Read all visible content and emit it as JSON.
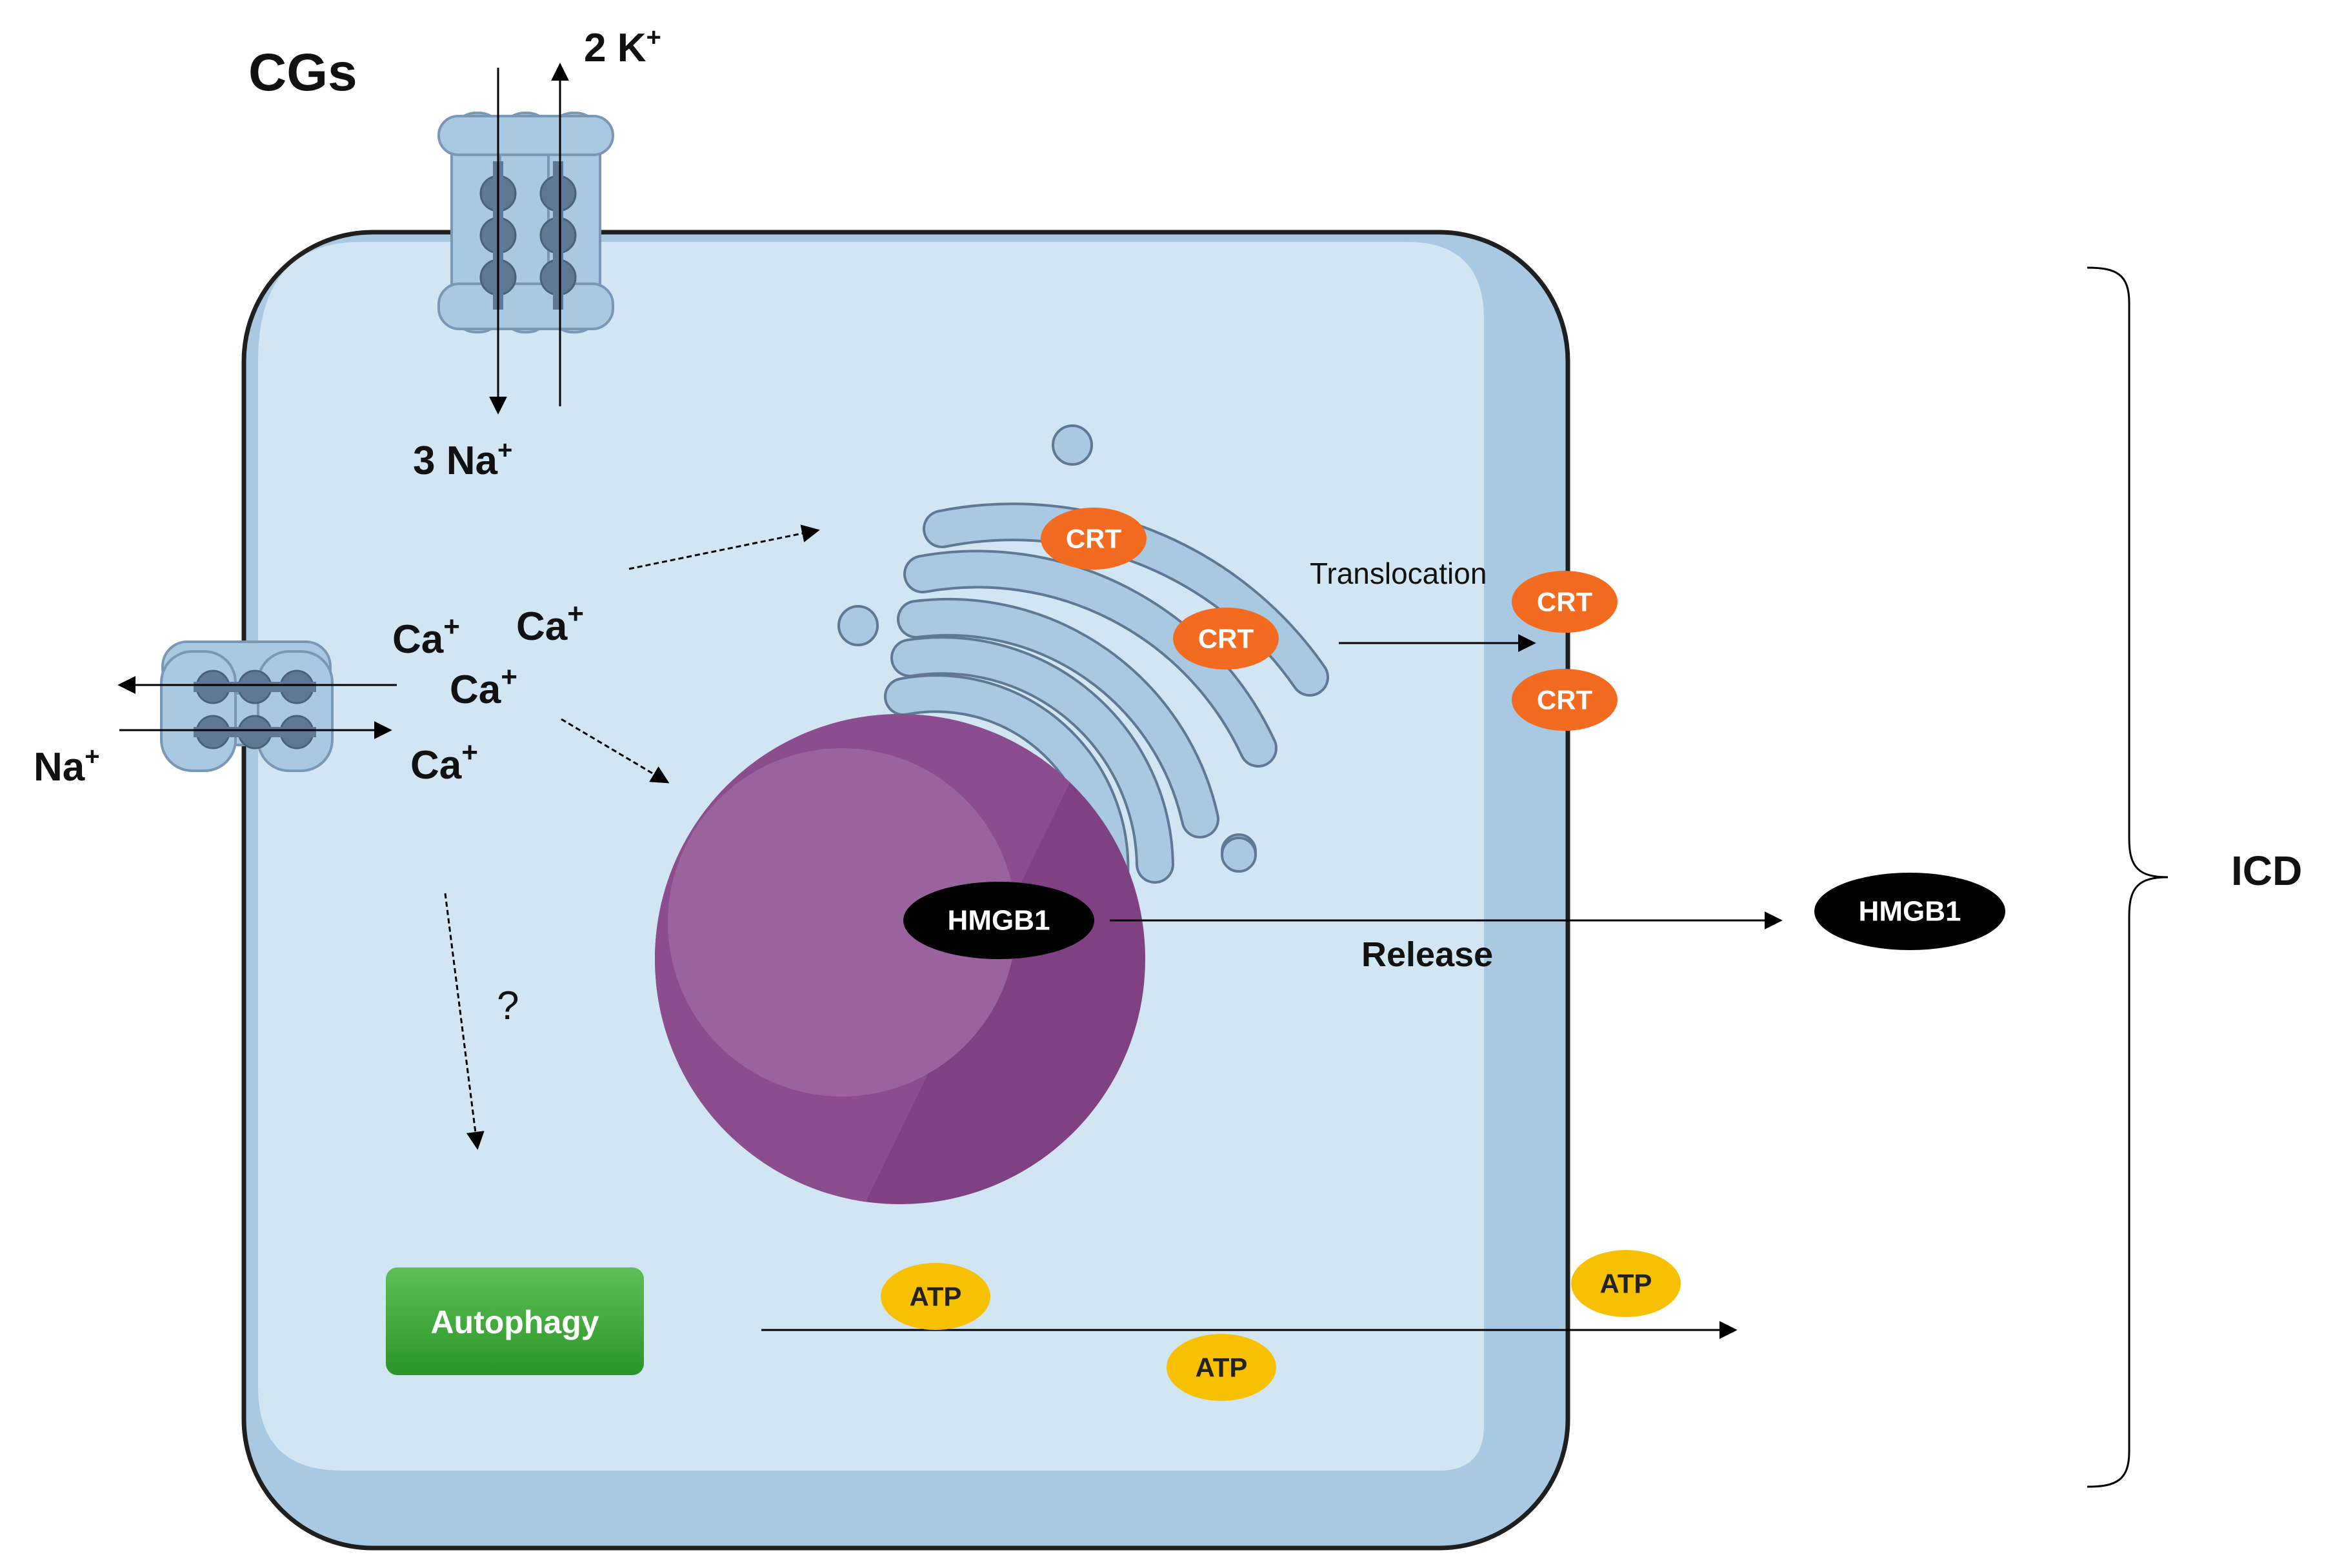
{
  "title": "CGs",
  "ions": {
    "k_prefix": "2 K",
    "k_sup": "+",
    "na3_prefix": "3 Na",
    "na3_sup": "+",
    "na_prefix": "Na",
    "na_sup": "+",
    "ca_prefix": "Ca",
    "ca_sup": "+"
  },
  "organelles": {
    "crt": "CRT",
    "hmgb1": "HMGB1",
    "atp": "ATP",
    "autophagy": "Autophagy"
  },
  "labels": {
    "translocation": "Translocation",
    "release": "Release",
    "question": "?",
    "icd": "ICD"
  },
  "colors": {
    "cell_fill": "#d1e5f3",
    "cell_outline": "#1f1f1f",
    "cell_shadow": "#a9c8e2",
    "channel": "#a9c8e2",
    "nucleus": "#7f4182",
    "nucleus_light": "#9a639e",
    "golgi": "#a9c8e2",
    "crt": "#f26b21",
    "atp": "#f7c000",
    "hmgb1": "#000000",
    "autophagy": "#3aa535"
  }
}
